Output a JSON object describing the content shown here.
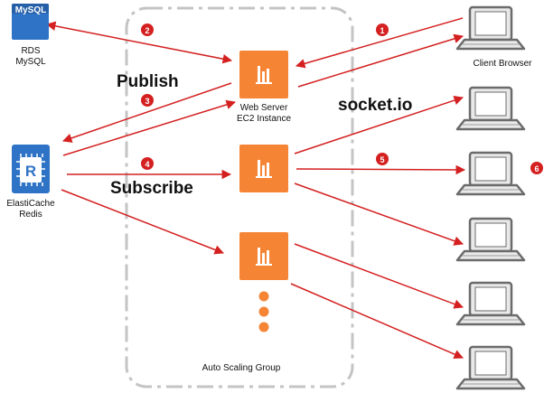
{
  "colors": {
    "arrow": "#d42020",
    "instance": "#f58535",
    "database": "#2f73c6",
    "group_border": "#c4c4c4",
    "badge": "#d42020"
  },
  "nodes": {
    "mysql": {
      "icon_text": "MySQL",
      "label_line1": "RDS",
      "label_line2": "MySQL",
      "icon": "database-icon"
    },
    "redis": {
      "icon_text": "R",
      "label_line1": "ElastiCache",
      "label_line2": "Redis",
      "icon": "chip-icon"
    },
    "web_server": {
      "label_line1": "Web Server",
      "label_line2": "EC2 Instance",
      "icon": "ec2-instance-icon"
    },
    "client_browser": {
      "label": "Client Browser",
      "icon": "laptop-icon"
    }
  },
  "labels": {
    "publish": "Publish",
    "subscribe": "Subscribe",
    "socketio": "socket.io",
    "group": "Auto Scaling Group"
  },
  "steps": [
    "1",
    "2",
    "3",
    "4",
    "5",
    "6"
  ]
}
